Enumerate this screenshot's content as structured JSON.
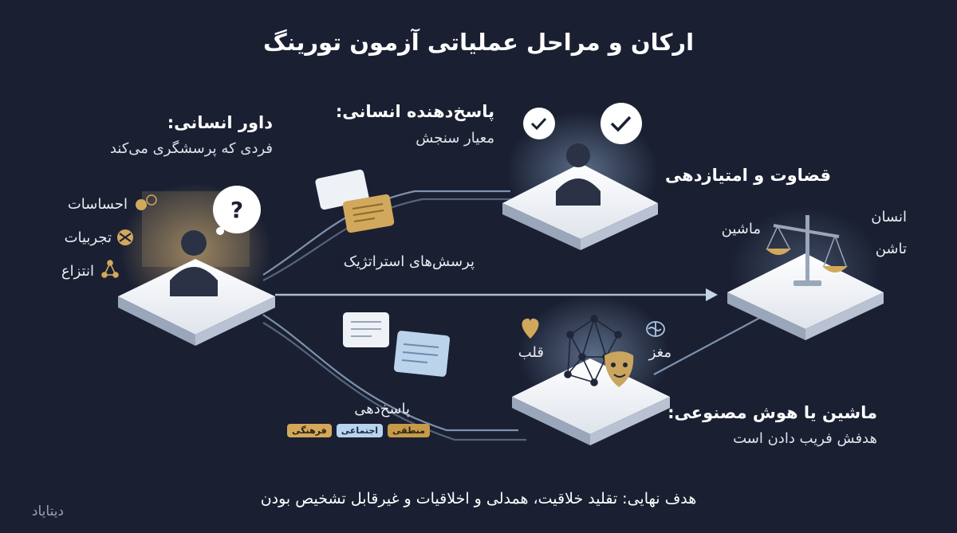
{
  "title": "ارکان و مراحل عملیاتی آزمون تورینگ",
  "judge": {
    "heading": "داور انسانی:",
    "sub": "فردی که پرسشگری می‌کند",
    "traits": [
      "احساسات",
      "تجربیات",
      "انتزاع"
    ]
  },
  "responder": {
    "heading": "پاسخ‌دهنده انسانی:",
    "sub": "معیار سنجش"
  },
  "scoring": {
    "heading": "قضاوت و امتیازدهی",
    "left": "ماشین",
    "right_1": "انسان",
    "right_2": "تاشن"
  },
  "questions_label": "پرسش‌های استراتژیک",
  "answers": {
    "label": "پاسخ‌دهی",
    "tags": [
      "منطقی",
      "اجتماعی",
      "فرهنگی"
    ]
  },
  "machine": {
    "heading": "ماشین یا هوش مصنوعی:",
    "sub": "هدفش فریب دادن است",
    "heart": "قلب",
    "brain": "مغز"
  },
  "goal": "هدف نهایی: تقلید خلاقیت، همدلی و اخلاقیات و غیرقابل تشخیص بودن",
  "brand": "دیتایاد",
  "colors": {
    "background": "#1a2032",
    "accent_gold": "#d2a85c",
    "accent_blue": "#b9d4ee",
    "line": "#8fa6c4"
  }
}
